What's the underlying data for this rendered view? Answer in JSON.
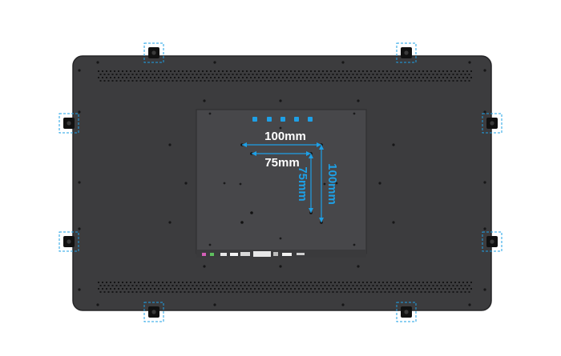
{
  "dimensions": {
    "h100": "100mm",
    "h75": "75mm",
    "v75": "75mm",
    "v100": "100mm"
  },
  "colors": {
    "bezel": "#3c3c3e",
    "bezel_edge": "#2a2a2c",
    "panel": "#4a4a4d",
    "accent": "#1ea0e6",
    "bracket": "#111111"
  },
  "icons": {
    "bracket": "mounting-bracket-icon",
    "vesa_hole": "vesa-hole-icon",
    "led": "led-indicator-icon"
  }
}
